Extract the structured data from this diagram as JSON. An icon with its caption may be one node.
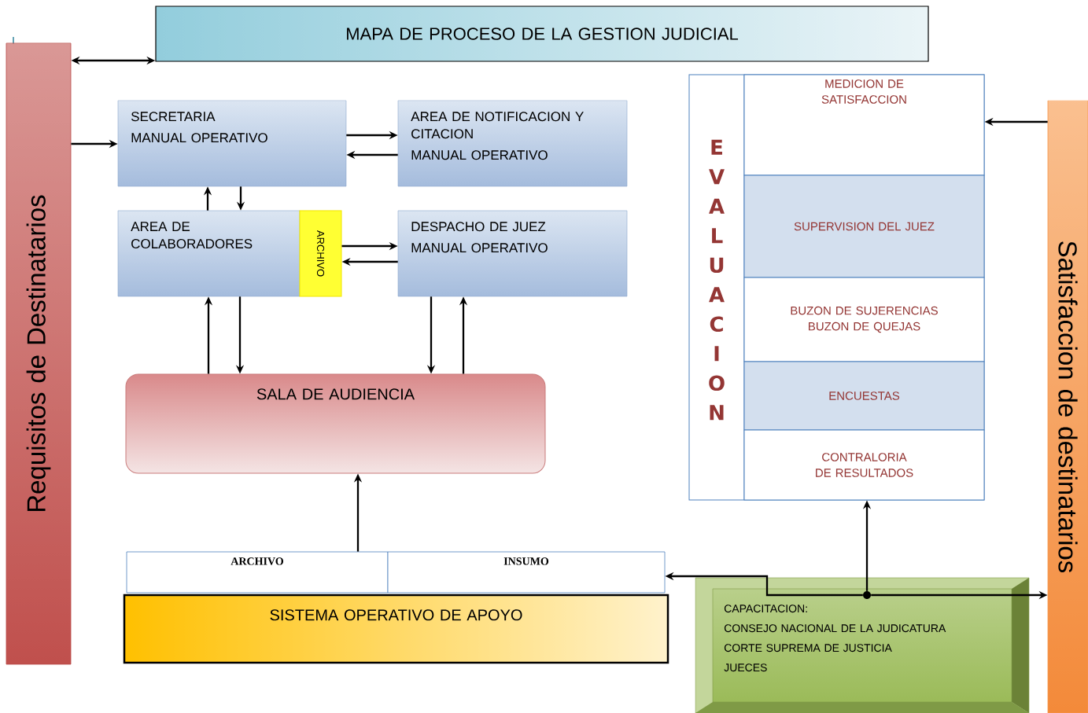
{
  "diagram": {
    "nodes": [
      {
        "text": [
          "MAPA DE PROCESO DE LA GESTION JUDICIAL"
        ]
      },
      {
        "text": [
          "Requisitos de Destinatarios"
        ]
      },
      {
        "text": [
          "SECRETARIA",
          "MANUAL OPERATIVO"
        ]
      },
      {
        "text": [
          "AREA DE NOTIFICACION Y CITACION",
          "MANUAL OPERATIVO"
        ]
      },
      {
        "text": [
          "AREA DE COLABORADORES"
        ]
      },
      {
        "text": [
          "ARCHIVO"
        ]
      },
      {
        "text": [
          "DESPACHO DE JUEZ",
          "MANUAL OPERATIVO"
        ]
      },
      {
        "text": [
          "SALA DE AUDIENCIA"
        ]
      },
      {
        "text": [
          "EVALUACION"
        ]
      },
      {
        "text": [
          "MEDICION DE SATISFACCION"
        ],
        "in": 8
      },
      {
        "text": [
          "SUPERVISION DEL JUEZ"
        ],
        "in": 8
      },
      {
        "text": [
          "BUZON DE SUJERENCIAS",
          "BUZON DE QUEJAS"
        ],
        "in": 8
      },
      {
        "text": [
          "ENCUESTAS"
        ],
        "in": 8
      },
      {
        "text": [
          "CONTRALORIA DE RESULTADOS"
        ],
        "in": 8
      },
      {
        "text": [
          "ARCHIVO"
        ]
      },
      {
        "text": [
          "INSUMO"
        ]
      },
      {
        "text": [
          "SISTEMA OPERATIVO DE APOYO"
        ]
      },
      {
        "text": [
          "CAPACITACION:",
          "CONSEJO NACIONAL DE LA JUDICATURA",
          "CORTE SUPREMA DE JUSTICIA",
          "JUECES"
        ]
      },
      {
        "text": [
          "Satisfaccion de destinatarios"
        ]
      },
      {
        "text": [],
        "shape": "circle",
        "in": 17
      }
    ],
    "edges": [
      {
        "from": 1,
        "to": 0,
        "arrow": "both"
      },
      {
        "from": 1,
        "to": 2,
        "arrow": "to"
      },
      {
        "from": 2,
        "to": 3,
        "arrow": "to"
      },
      {
        "from": 3,
        "to": 2,
        "arrow": "to"
      },
      {
        "from": 4,
        "to": 2,
        "arrow": "to"
      },
      {
        "from": 2,
        "to": 4,
        "arrow": "to"
      },
      {
        "from": 5,
        "to": 6,
        "arrow": "to"
      },
      {
        "from": 6,
        "to": 5,
        "arrow": "to"
      },
      {
        "from": 7,
        "to": 4,
        "arrow": "to"
      },
      {
        "from": 4,
        "to": 7,
        "arrow": "to"
      },
      {
        "from": 6,
        "to": 7,
        "arrow": "to"
      },
      {
        "from": 7,
        "to": 6,
        "arrow": "to"
      },
      {
        "from": 14,
        "to": 7,
        "arrow": "to"
      },
      {
        "from": 18,
        "to": 9,
        "arrow": "to"
      },
      {
        "from": 19,
        "to": 13,
        "arrow": "to"
      },
      {
        "from": 19,
        "to": 15,
        "arrow": "to"
      },
      {
        "from": 19,
        "to": 18,
        "arrow": "to"
      }
    ]
  }
}
